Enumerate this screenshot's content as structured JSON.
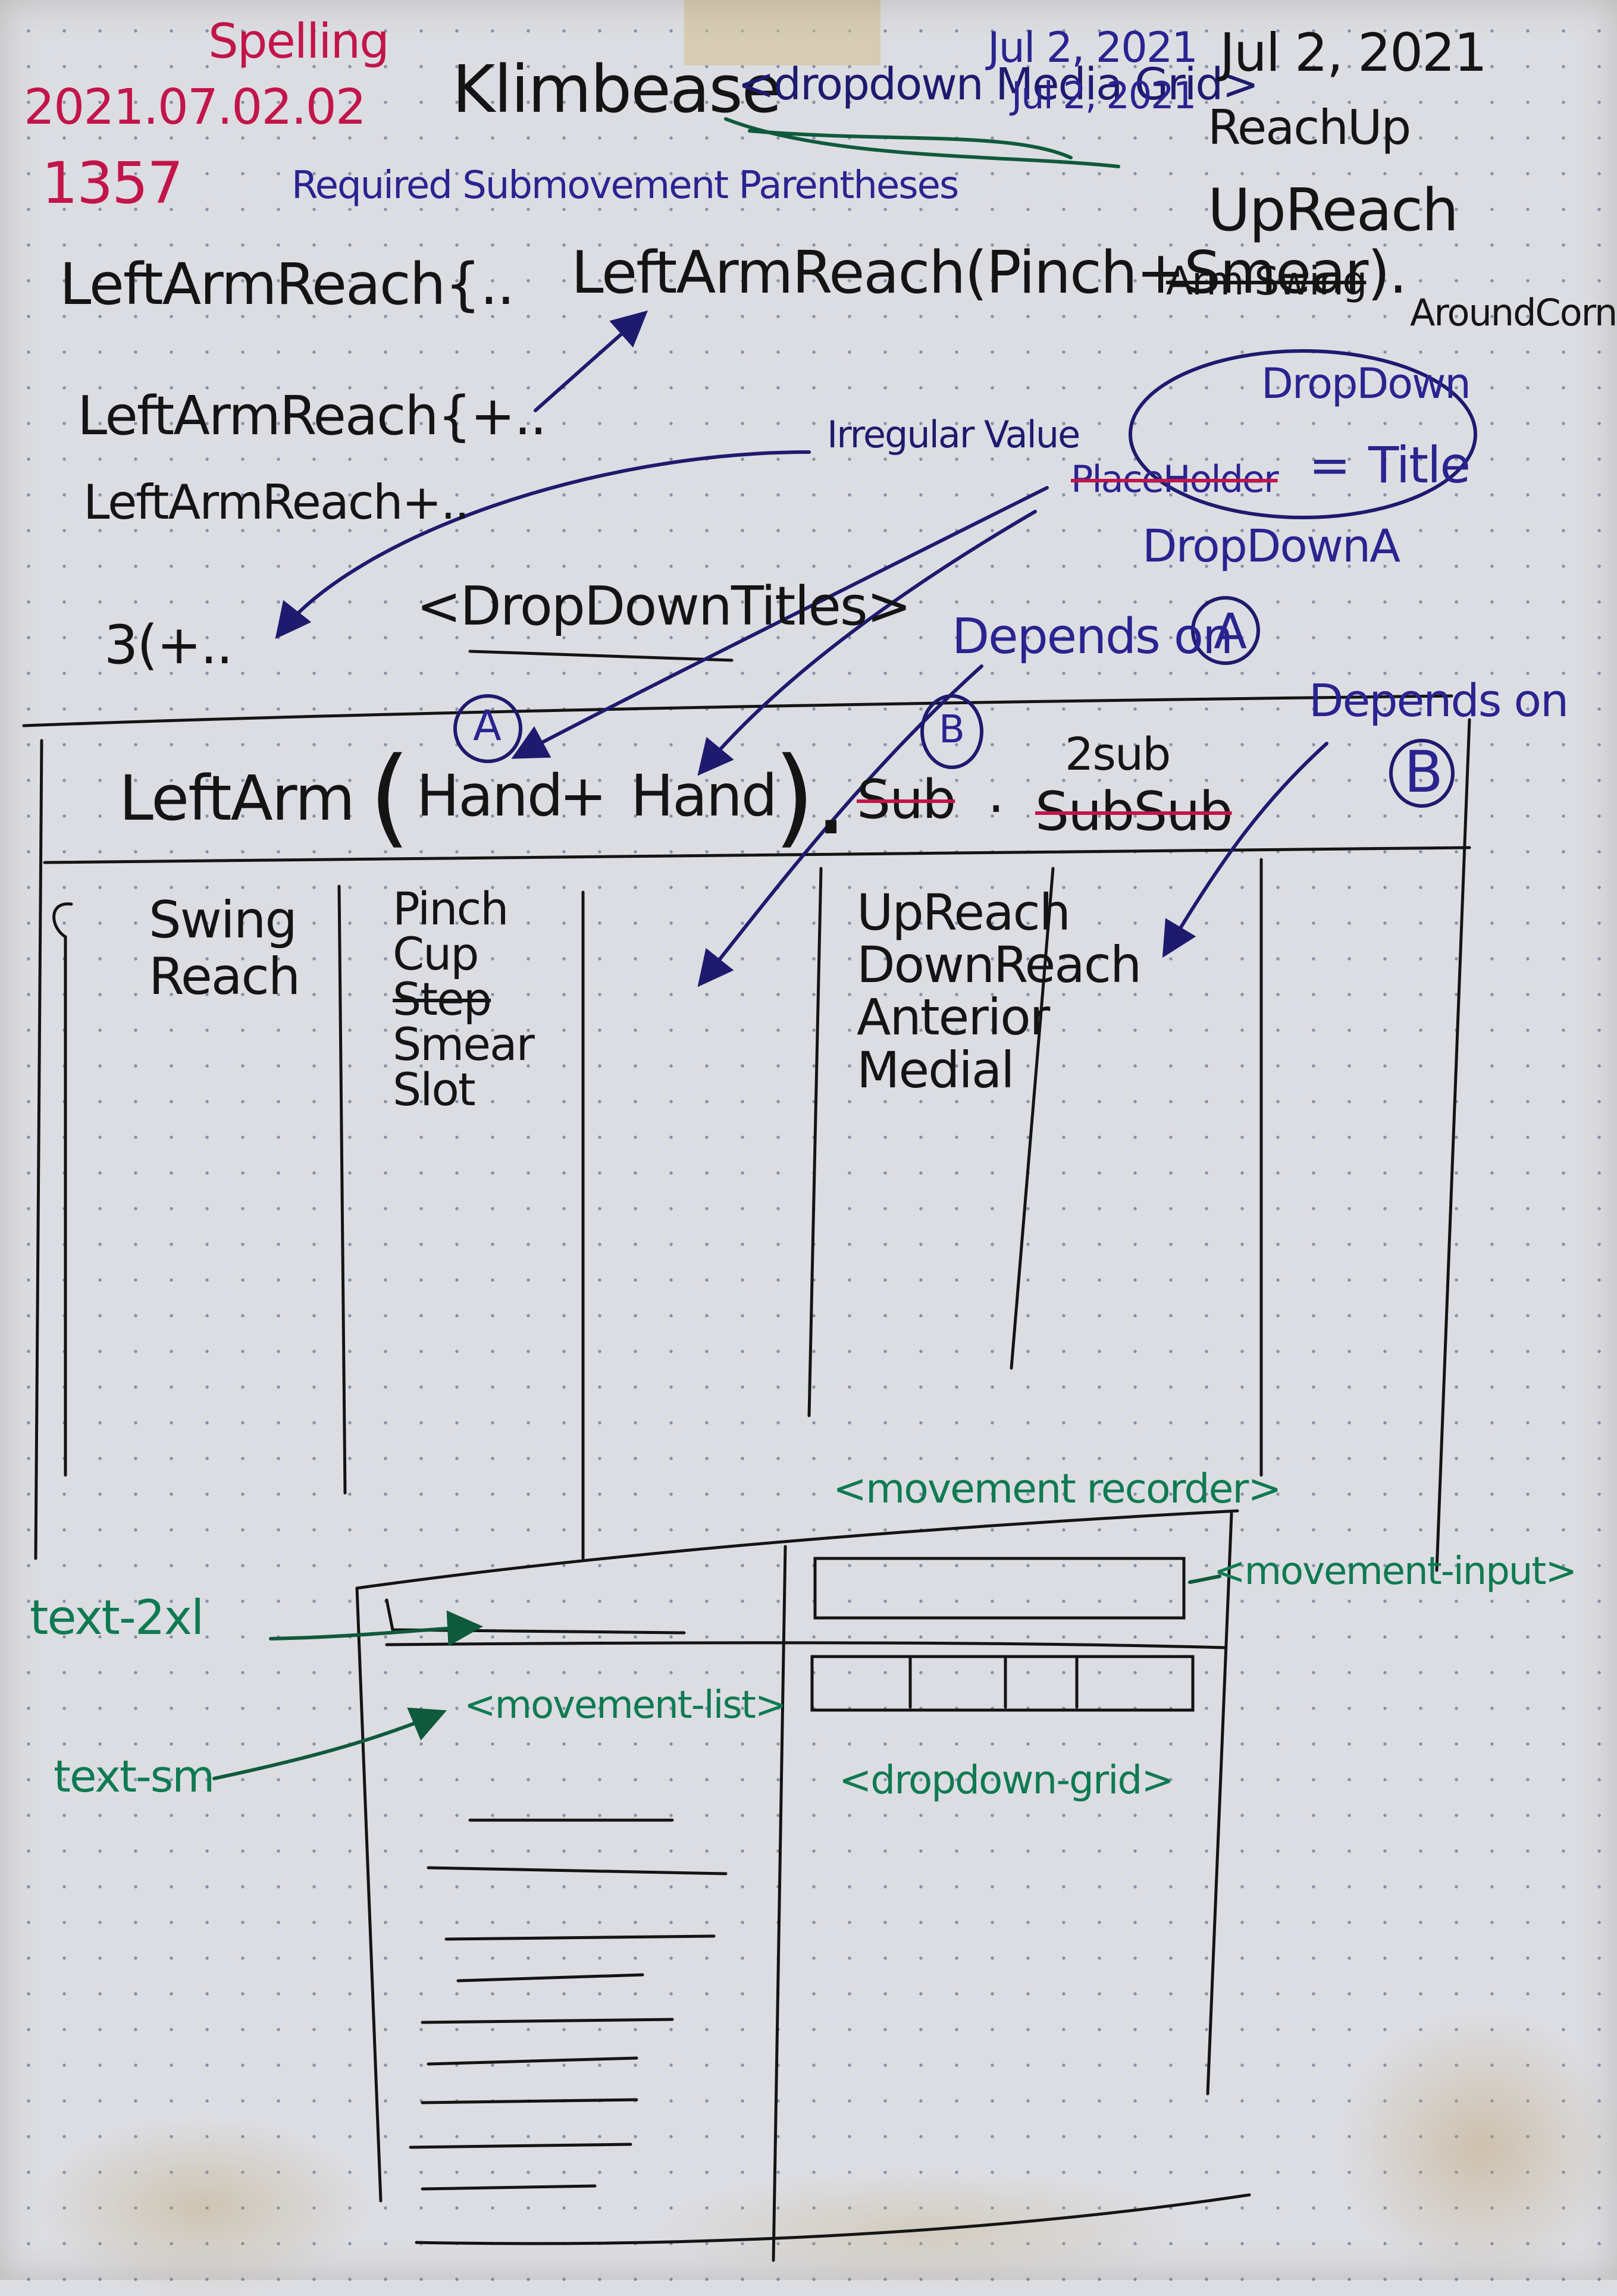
{
  "header": {
    "spelling": "Spelling",
    "datecode": "2021.07.02.02",
    "time": "1357",
    "title": "Klimbease",
    "title_tag": "<dropdown Media Grid>",
    "date_a": "Jul 2, 2021",
    "date_b": "Jul 2, 2021",
    "date_c": "Jul 2, 2021",
    "reach_up": "ReachUp",
    "up_reach": "UpReach",
    "around_corner": "AroundCorner"
  },
  "examples": {
    "required_note": "Required Submovement Parentheses",
    "row1_left": "LeftArmReach{..",
    "row1_right": "LeftArmReach(Pinch+Smear).",
    "row1_struck": "Arm Swing",
    "row2": "LeftArmReach{+..",
    "row3": "LeftArmReach+..",
    "irregular": "Irregular Value",
    "prefix": "3(+..",
    "dropdown_titles": "<DropDownTitles>"
  },
  "annotations": {
    "dropdown_title": "DropDown",
    "title_word": "Title",
    "placeholder": "PlaceHolder",
    "equals": "=",
    "dropdown_a": "DropDownA",
    "depends_on_a": "Depends on",
    "depends_on_b": "Depends on",
    "marker_a": "A",
    "marker_b": "B",
    "marker_a_small": "A",
    "marker_b_small": "B"
  },
  "grid": {
    "header_left": "LeftArm",
    "open_paren": "(",
    "hand1": "Hand",
    "plus": "+",
    "hand2": "Hand",
    "close_paren": ").",
    "sub": "Sub",
    "dot": ".",
    "subsub": "SubSub",
    "twosub": "2sub",
    "columns": [
      {
        "items": [
          "Swing",
          "Reach"
        ]
      },
      {
        "items": [
          "Pinch",
          "Cup",
          "Step",
          "Smear",
          "Slot"
        ]
      },
      {
        "items": []
      },
      {
        "items": [
          "UpReach",
          "DownReach",
          "Anterior",
          "Medial"
        ]
      },
      {
        "items": []
      },
      {
        "items": []
      }
    ]
  },
  "components": {
    "movement_recorder": "<movement recorder>",
    "movement_input": "<movement-input>",
    "movement_list": "<movement-list>",
    "dropdown_grid": "<dropdown-grid>",
    "text_2xl": "text-2xl",
    "text_sm": "text-sm"
  },
  "colors": {
    "black_ink": "#141414",
    "blue_ink": "#2a2390",
    "red_ink": "#c2154a",
    "green_ink": "#0f7a52"
  }
}
